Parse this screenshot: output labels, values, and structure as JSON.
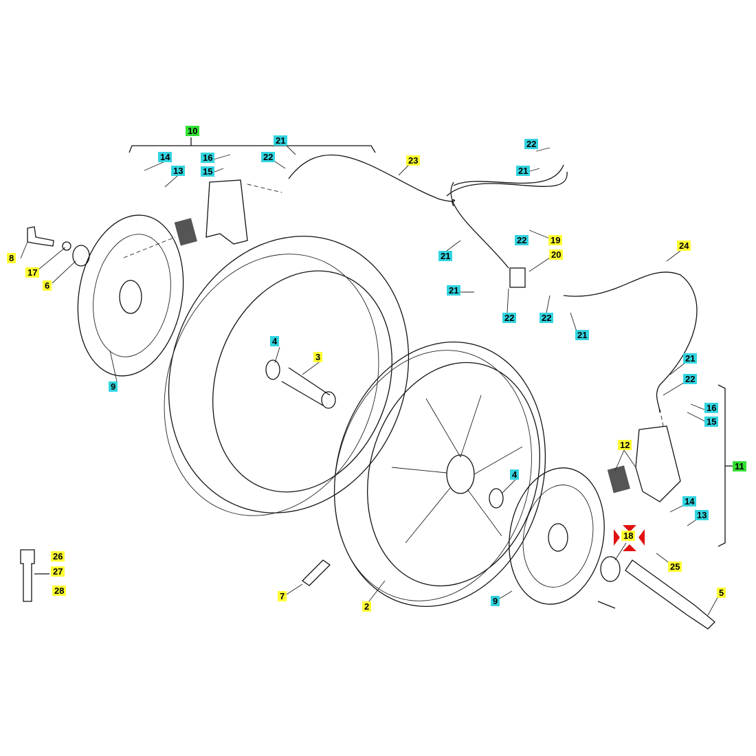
{
  "diagram": {
    "title": "Front wheel exploded parts diagram",
    "colors": {
      "yellow": "#ffff33",
      "cyan": "#33d4e0",
      "green": "#33e033",
      "marker": "#e01010"
    },
    "labels": [
      {
        "text": "10",
        "color": "green"
      },
      {
        "text": "14",
        "color": "cyan"
      },
      {
        "text": "13",
        "color": "cyan"
      },
      {
        "text": "16",
        "color": "cyan"
      },
      {
        "text": "15",
        "color": "cyan"
      },
      {
        "text": "21",
        "color": "cyan"
      },
      {
        "text": "22",
        "color": "cyan"
      },
      {
        "text": "23",
        "color": "yellow"
      },
      {
        "text": "22",
        "color": "cyan"
      },
      {
        "text": "21",
        "color": "cyan"
      },
      {
        "text": "19",
        "color": "yellow"
      },
      {
        "text": "22",
        "color": "cyan"
      },
      {
        "text": "21",
        "color": "cyan"
      },
      {
        "text": "20",
        "color": "yellow"
      },
      {
        "text": "24",
        "color": "yellow"
      },
      {
        "text": "21",
        "color": "cyan"
      },
      {
        "text": "22",
        "color": "cyan"
      },
      {
        "text": "22",
        "color": "cyan"
      },
      {
        "text": "21",
        "color": "cyan"
      },
      {
        "text": "8",
        "color": "yellow"
      },
      {
        "text": "17",
        "color": "yellow"
      },
      {
        "text": "6",
        "color": "yellow"
      },
      {
        "text": "9",
        "color": "cyan"
      },
      {
        "text": "4",
        "color": "cyan"
      },
      {
        "text": "3",
        "color": "yellow"
      },
      {
        "text": "21",
        "color": "cyan"
      },
      {
        "text": "22",
        "color": "cyan"
      },
      {
        "text": "16",
        "color": "cyan"
      },
      {
        "text": "15",
        "color": "cyan"
      },
      {
        "text": "12",
        "color": "yellow"
      },
      {
        "text": "11",
        "color": "green"
      },
      {
        "text": "4",
        "color": "cyan"
      },
      {
        "text": "14",
        "color": "cyan"
      },
      {
        "text": "13",
        "color": "cyan"
      },
      {
        "text": "18",
        "color": "yellow"
      },
      {
        "text": "25",
        "color": "yellow"
      },
      {
        "text": "26",
        "color": "yellow"
      },
      {
        "text": "27",
        "color": "yellow"
      },
      {
        "text": "28",
        "color": "yellow"
      },
      {
        "text": "7",
        "color": "yellow"
      },
      {
        "text": "2",
        "color": "yellow"
      },
      {
        "text": "9",
        "color": "cyan"
      },
      {
        "text": "5",
        "color": "yellow"
      }
    ]
  }
}
